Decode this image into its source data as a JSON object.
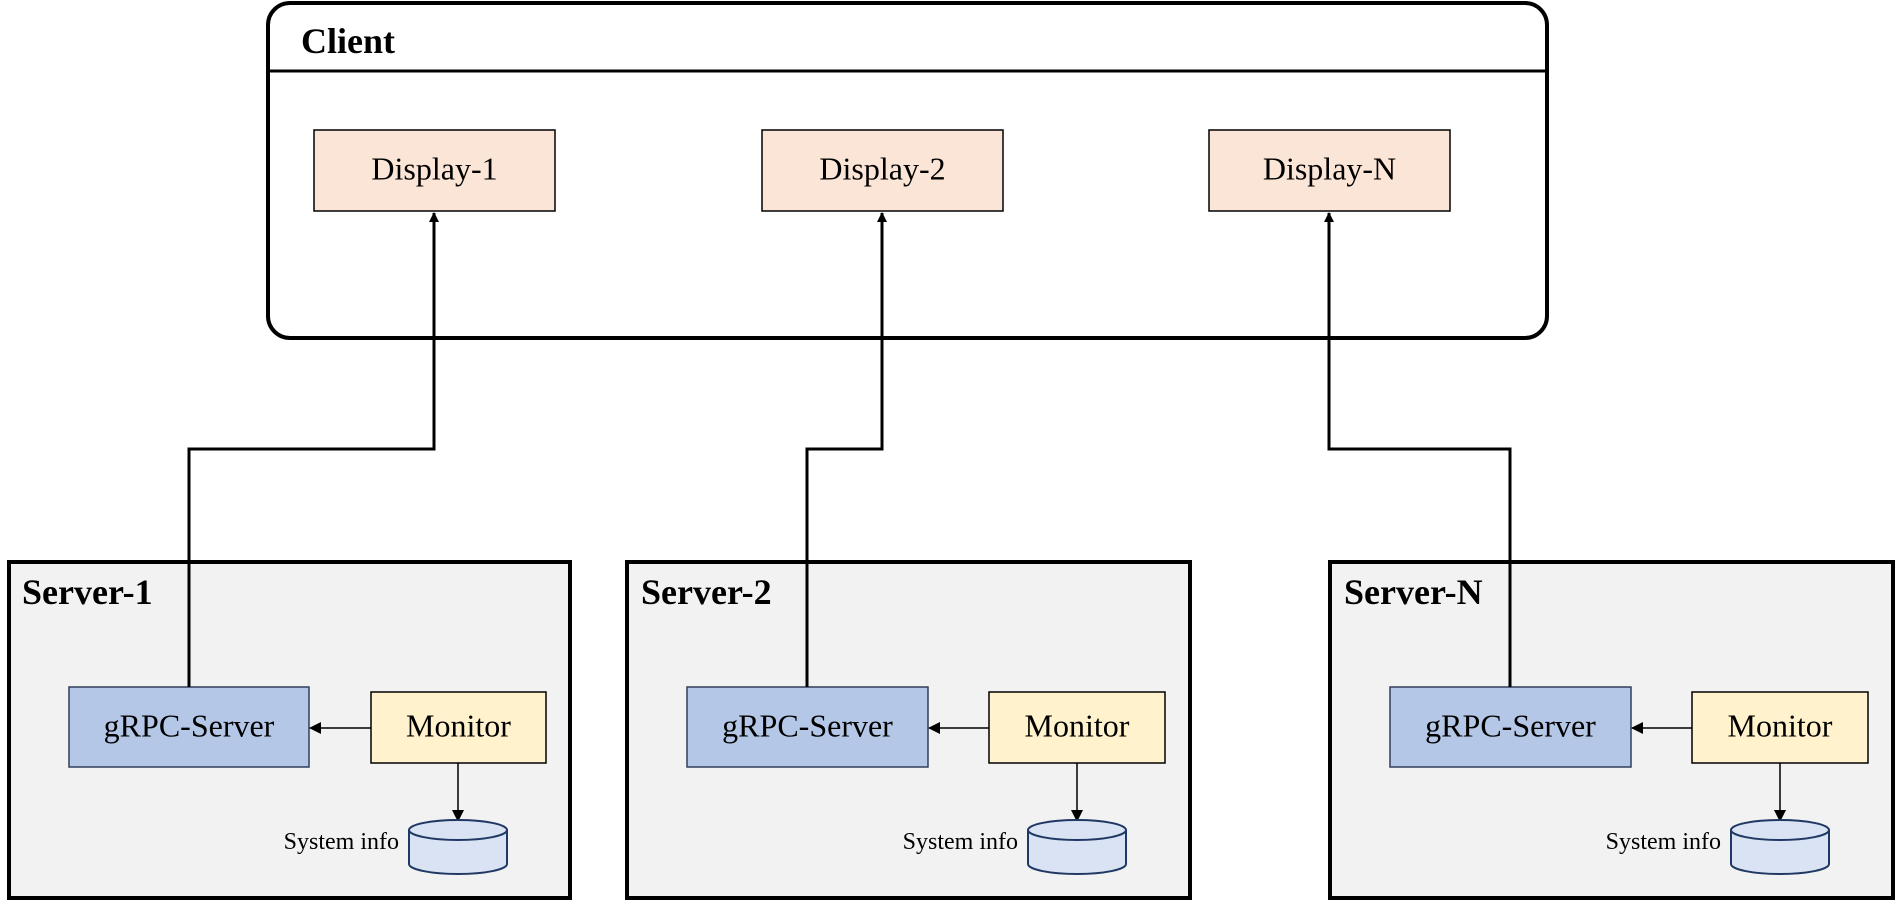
{
  "colors": {
    "display_fill": "#fbe5d6",
    "grpc_fill": "#b4c7e7",
    "monitor_fill": "#fff2cc",
    "db_fill": "#dae3f3",
    "server_fill": "#f2f2f2",
    "client_fill": "#ffffff",
    "box_stroke": "#000000",
    "db_stroke": "#1f3864"
  },
  "client": {
    "title": "Client",
    "displays": [
      "Display-1",
      "Display-2",
      "Display-N"
    ]
  },
  "servers": [
    {
      "title": "Server-1",
      "grpc_label": "gRPC-Server",
      "monitor_label": "Monitor",
      "db_label": "System info",
      "db_icon": "database-icon"
    },
    {
      "title": "Server-2",
      "grpc_label": "gRPC-Server",
      "monitor_label": "Monitor",
      "db_label": "System info",
      "db_icon": "database-icon"
    },
    {
      "title": "Server-N",
      "grpc_label": "gRPC-Server",
      "monitor_label": "Monitor",
      "db_label": "System info",
      "db_icon": "database-icon"
    }
  ]
}
